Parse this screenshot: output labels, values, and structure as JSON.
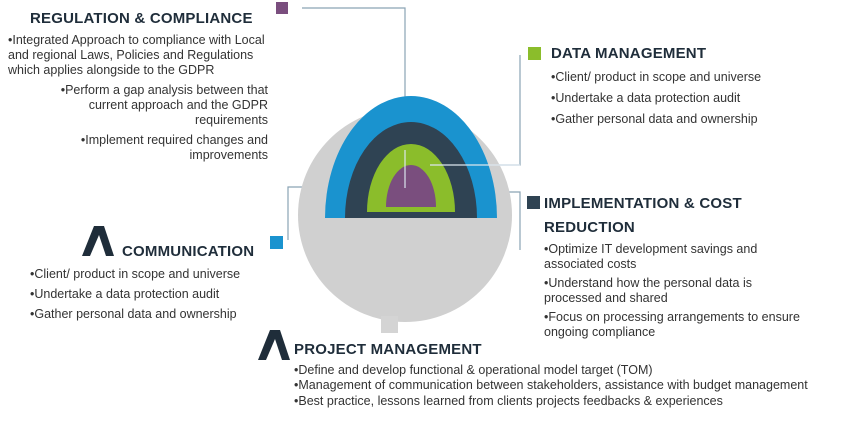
{
  "colors": {
    "regulation": "#7a4e7e",
    "data_management": "#8bbd2b",
    "implementation": "#2f4353",
    "communication": "#1a93cf",
    "project": "#d4d4d4",
    "sphere": "#d0d0d0",
    "dark_text": "#1f2d3a"
  },
  "regulation": {
    "title": "REGULATION & COMPLIANCE",
    "items": [
      "•Integrated Approach to compliance with Local and regional Laws, Policies and Regulations which applies alongside to the GDPR",
      "•Perform a gap analysis between that current approach and the GDPR requirements",
      "•Implement required changes and improvements"
    ]
  },
  "data_management": {
    "title": "DATA MANAGEMENT",
    "items": [
      "•Client/ product in scope and universe",
      "•Undertake a data protection audit",
      "•Gather personal data and ownership"
    ]
  },
  "implementation": {
    "title": "IMPLEMENTATION & COST REDUCTION",
    "items": [
      "•Optimize IT development savings and associated costs",
      "•Understand how the personal data is processed and shared",
      "•Focus on processing arrangements to ensure ongoing compliance"
    ]
  },
  "communication": {
    "title": "COMMUNICATION",
    "items": [
      "•Client/ product in scope and universe",
      "•Undertake a data protection audit",
      "•Gather personal data and ownership"
    ]
  },
  "project": {
    "title": "PROJECT MANAGEMENT",
    "items": [
      "•Define and develop functional & operational model target (TOM)",
      "•Management of communication between stakeholders, assistance with budget management",
      "•Best practice, lessons learned from clients projects feedbacks & experiences"
    ]
  }
}
